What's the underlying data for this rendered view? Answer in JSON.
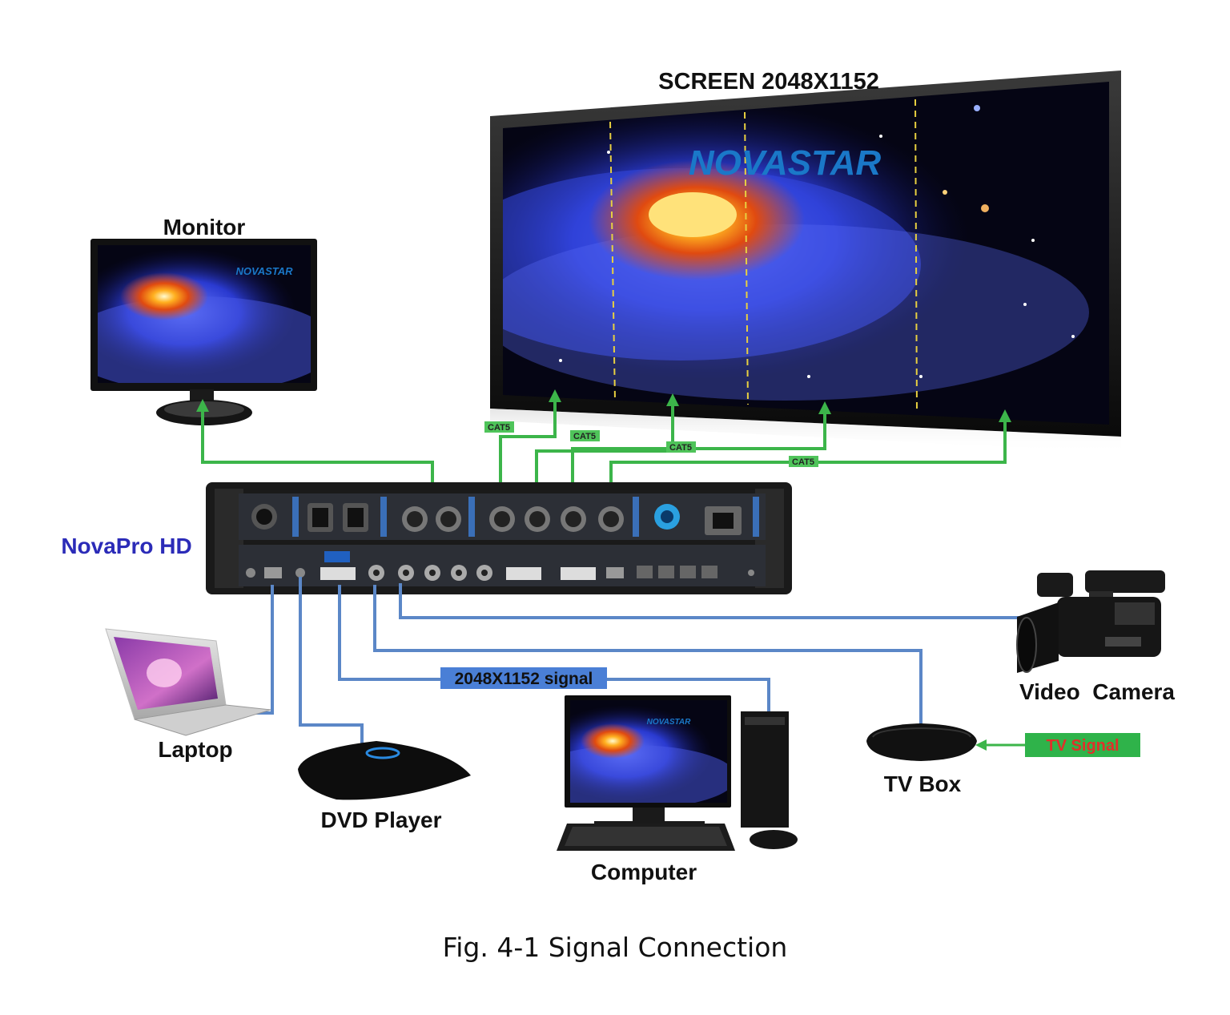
{
  "labels": {
    "screen": "SCREEN 2048X1152",
    "monitor": "Monitor",
    "device": "NovaPro HD",
    "laptop": "Laptop",
    "dvd": "DVD Player",
    "computer": "Computer",
    "tvbox": "TV Box",
    "camera": "Video  Camera"
  },
  "cables": {
    "cat5_1": "CAT5",
    "cat5_2": "CAT5",
    "cat5_3": "CAT5",
    "cat5_4": "CAT5",
    "signal": "2048X1152 signal",
    "tv_signal": "TV Signal"
  },
  "logo": "NOVASTAR",
  "caption": "Fig. 4-1 Signal Connection",
  "colors": {
    "green_cable": "#3cb54a",
    "blue_cable": "#5b87c7",
    "device_label": "#2b2bb8",
    "signal_label_bg": "#4a7fd6",
    "tv_signal_bg": "#2fb34a",
    "tv_signal_text": "#e0302a"
  }
}
